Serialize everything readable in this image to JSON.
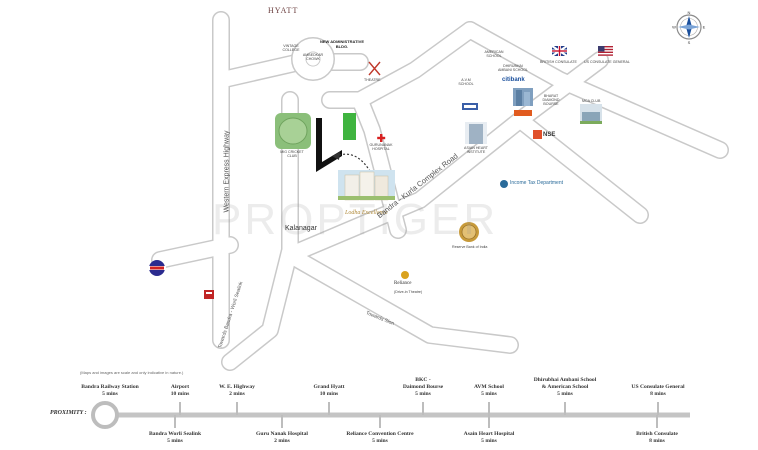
{
  "map": {
    "watermark": "PROPTIGER",
    "places": {
      "hyatt": "HYATT",
      "vintage_college": "VINTAGE COLLEGE",
      "ambedkar_chowk": "AMBEDKAR CHOWK",
      "new_admin_bldg": "NEW ADMINISTRATIVE BLDG.",
      "theatre": "THEATRE",
      "mig_cricket_club": "MIG CRICKET CLUB",
      "gurunanak_hospital": "GURUNANAK HOSPITAL",
      "project_name": "Lodha Excellence",
      "kalanagar": "Kalanagar",
      "american_school": "AMERICAN SCHOOL",
      "dhirubhai_school": "DHIRUBHAI AMBANI SCHOOL",
      "ajm_school": "A.V.M SCHOOL",
      "citibank": "citibank",
      "bharat_diamond_bourse": "BHARAT DIAMOND BOURSE",
      "mca_club": "MCA CLUB",
      "british_consulate": "BRITISH CONSULATE",
      "us_consulate": "US CONSULATE GENERAL",
      "asian_heart": "ASIAN HEART INSTITUTE",
      "nse": "NSE",
      "income_tax": "Income Tax Department",
      "rbi": "Reserve Bank of India",
      "reliance": "Reliance",
      "drive_in": "(Drive-in Theatre)"
    },
    "roads": {
      "western_express": "Western Express Highway",
      "bkc_road": "Bandra - Kurla Complex Road",
      "towards_sion": "Towards Sion",
      "towards_sealink": "Towards Bandra - Worli Sealink"
    },
    "compass": {
      "n": "N",
      "s": "S",
      "e": "E",
      "w": "W"
    }
  },
  "proximity": {
    "title": "PROXIMITY :",
    "note": "(Maps and images are scale and only indicative in nature.)",
    "top": [
      {
        "name": "Bandra Railway Station",
        "time": "5 mins"
      },
      {
        "name": "Airport",
        "time": "10 mins"
      },
      {
        "name": "W. E. Highway",
        "time": "2 mins"
      },
      {
        "name": "Grand Hyatt",
        "time": "10 mins"
      },
      {
        "name": "BKC -\nDaimond Bourse",
        "time": "5 mins"
      },
      {
        "name": "AVM School",
        "time": "5 mins"
      },
      {
        "name": "Dhirubhai Ambani School\n& American School",
        "time": "5 mins"
      },
      {
        "name": "US Consulate General",
        "time": "8 mins"
      }
    ],
    "bottom": [
      {
        "name": "Bandra Worli Sealink",
        "time": "5 mins"
      },
      {
        "name": "Guru Nanak Hospital",
        "time": "2 mins"
      },
      {
        "name": "Reliance Convention Centre",
        "time": "5 mins"
      },
      {
        "name": "Asain Heart Hospital",
        "time": "5 mins"
      },
      {
        "name": "British Consulate",
        "time": "8 mins"
      }
    ]
  }
}
